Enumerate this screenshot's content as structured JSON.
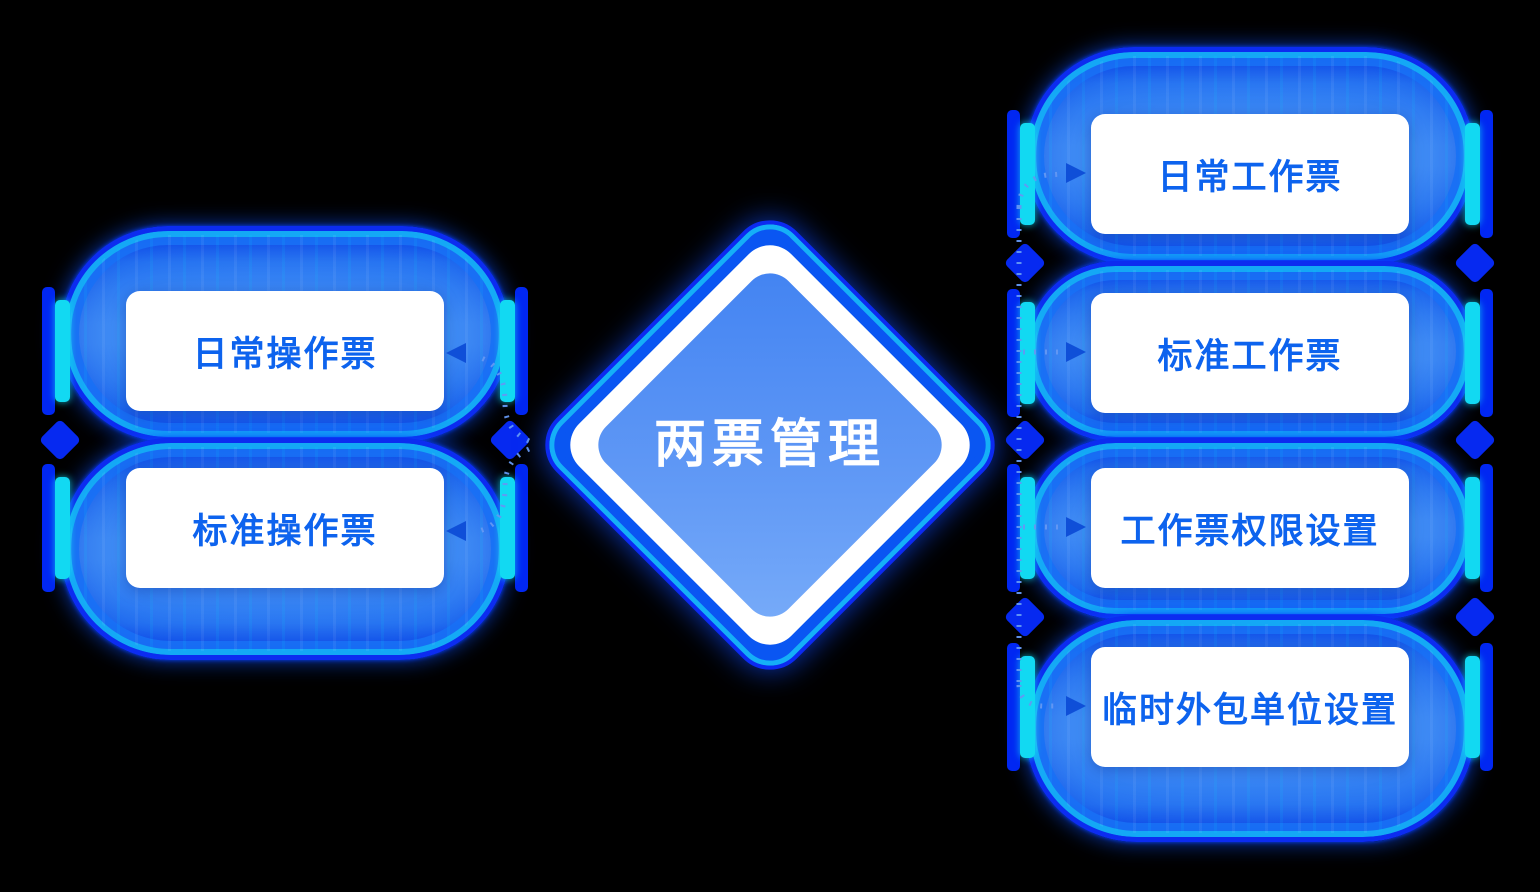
{
  "center_node": {
    "label": "两票管理"
  },
  "left_group": {
    "items": [
      {
        "label": "日常操作票"
      },
      {
        "label": "标准操作票"
      }
    ]
  },
  "right_group": {
    "items": [
      {
        "label": "日常工作票"
      },
      {
        "label": "标准工作票"
      },
      {
        "label": "工作票权限设置"
      },
      {
        "label": "临时外包单位设置"
      }
    ]
  },
  "colors": {
    "background": "#000000",
    "node_box_bg": "#ffffff",
    "node_text": "#0d63ee",
    "capsule_body": "#2f7ff2",
    "capsule_border": "#0c2cf0",
    "cyan_accent": "#12d9f2",
    "diamond_ring": "#0a56f2",
    "diamond_inner_top": "#4283f2",
    "diamond_inner_bottom": "#77abf9",
    "diamond_label": "#ffffff",
    "connector_dot": "#6498f2",
    "arrow": "#0d4cd6"
  }
}
